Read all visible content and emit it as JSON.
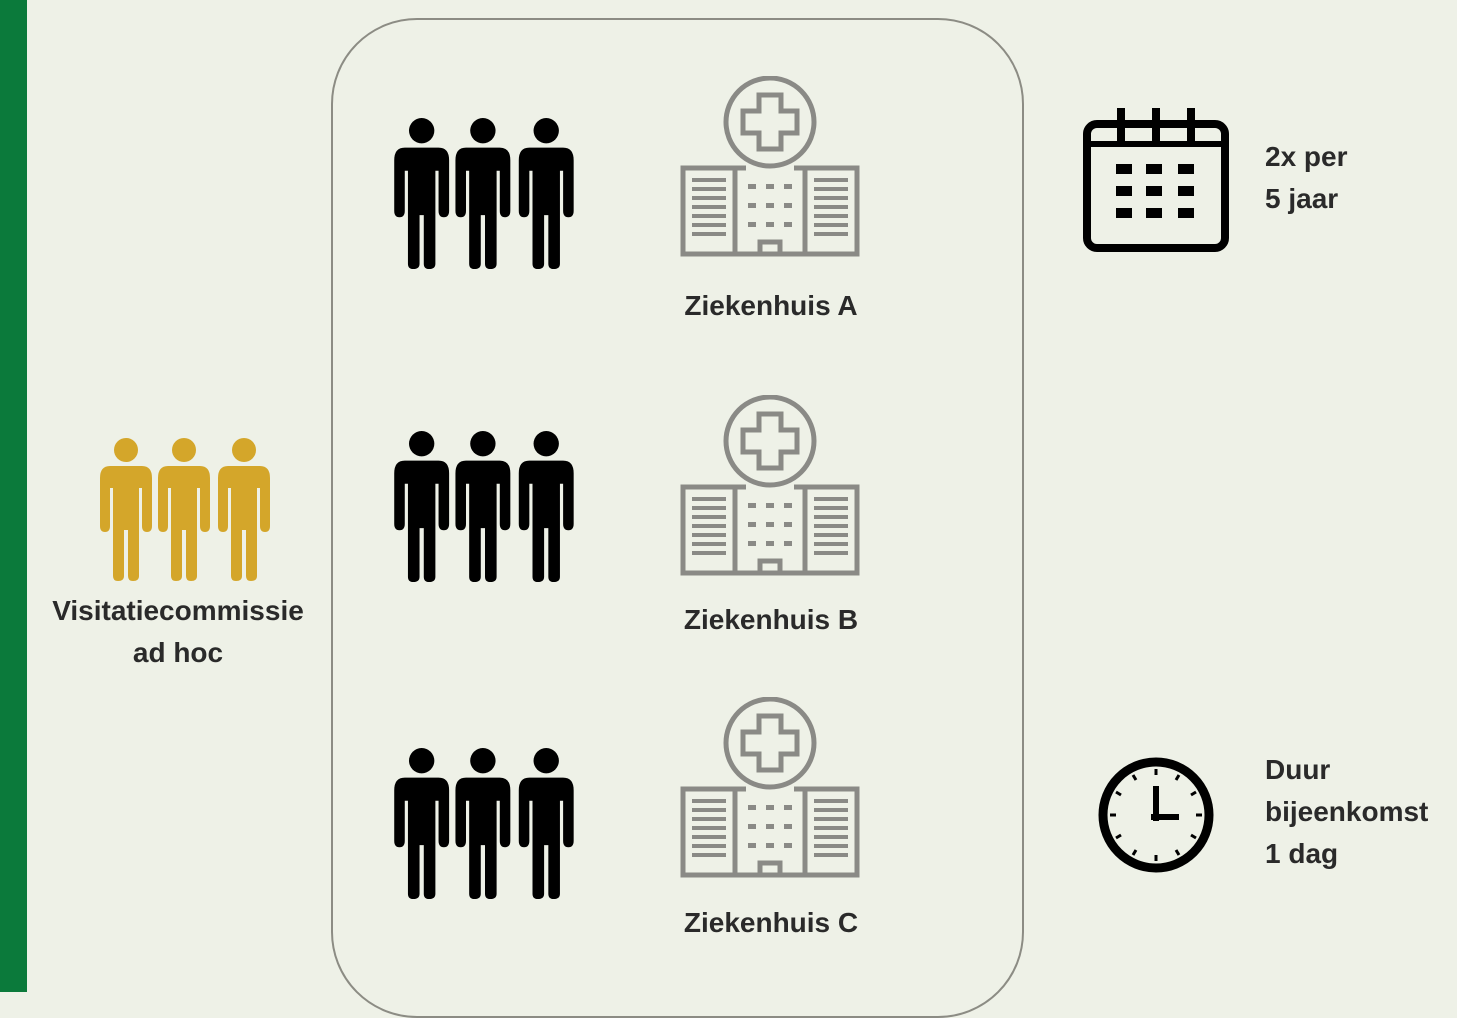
{
  "committee": {
    "label_line1": "Visitatiecommissie",
    "label_line2": "ad hoc",
    "color": "#d4a62a"
  },
  "hospitals": [
    {
      "name": "Ziekenhuis A"
    },
    {
      "name": "Ziekenhuis B"
    },
    {
      "name": "Ziekenhuis C"
    }
  ],
  "frequency": {
    "line1": "2x per",
    "line2": "5 jaar",
    "icon": "calendar-icon"
  },
  "duration": {
    "line1": "Duur",
    "line2": "bijeenkomst",
    "line3": "1 dag",
    "icon": "clock-icon"
  },
  "colors": {
    "accent_bar": "#0b7a3b",
    "background": "#eef1e7",
    "people": "#000000",
    "hospital_outline": "#8a8a86"
  }
}
